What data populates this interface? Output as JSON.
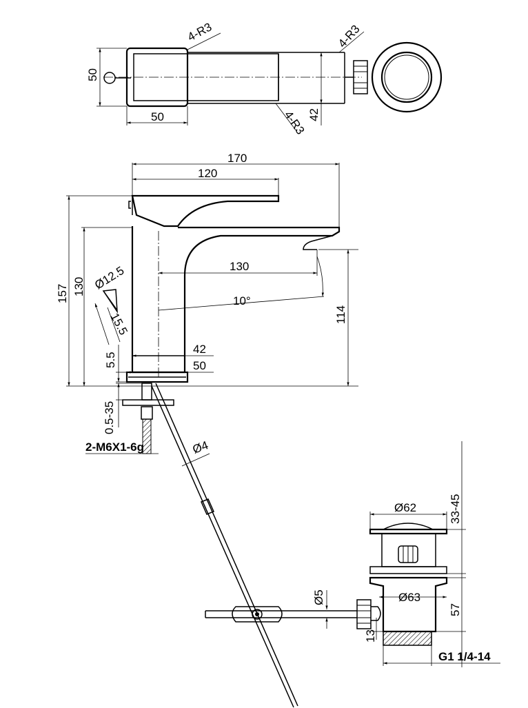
{
  "top_view": {
    "radius_label_1": "4-R3",
    "radius_label_2": "4-R3",
    "radius_label_3": "4-R3",
    "height_label": "50",
    "width_label": "50",
    "depth_label": "42"
  },
  "side_view": {
    "overall_length": "170",
    "handle_length": "120",
    "spout_reach": "130",
    "overall_height": "157",
    "body_height": "130",
    "spout_height": "114",
    "spout_angle": "10°",
    "pull_rod_diameter": "Ø12.5",
    "pull_rod_offset": "15.5",
    "base_thickness": "5.5",
    "body_width": "42",
    "base_width": "50",
    "deck_thickness": "0.5-35",
    "stud_thread": "2-M6X1-6g",
    "wire_size": "Ø4"
  },
  "waste": {
    "cap_diameter": "Ø62",
    "lift_range": "33-45",
    "body_diameter": "Ø63",
    "rod_diameter": "Ø5",
    "body_height": "57",
    "thread_offset": "13",
    "thread": "G1 1/4-14"
  }
}
